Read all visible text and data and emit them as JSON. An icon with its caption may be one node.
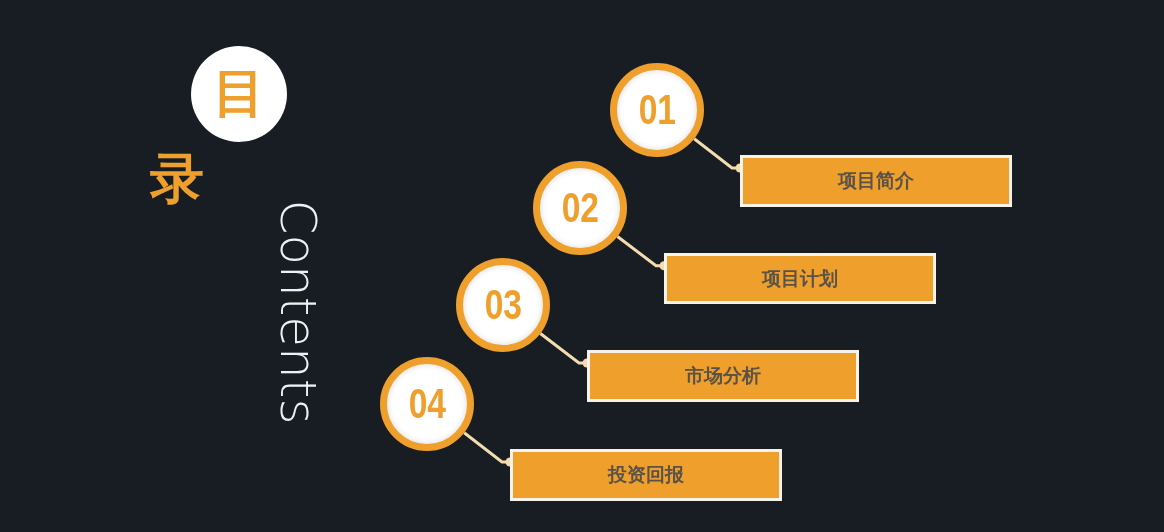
{
  "diagram": {
    "nodes": [
      {
        "text": [
          "目"
        ]
      },
      {
        "text": [
          "01"
        ]
      },
      {
        "text": [
          "项目简介"
        ]
      },
      {
        "text": [
          "02"
        ]
      },
      {
        "text": [
          "项目计划"
        ]
      },
      {
        "text": [
          "03"
        ]
      },
      {
        "text": [
          "市场分析"
        ]
      },
      {
        "text": [
          "04"
        ]
      },
      {
        "text": [
          "投资回报"
        ]
      }
    ],
    "edges": [
      {
        "from": 1,
        "to": 2,
        "arrow": "other"
      },
      {
        "from": 3,
        "to": 4,
        "arrow": "other"
      },
      {
        "from": 5,
        "to": 6,
        "arrow": "other"
      },
      {
        "from": 7,
        "to": 8,
        "arrow": "other"
      }
    ],
    "labels": [
      "录",
      "Contents"
    ]
  }
}
